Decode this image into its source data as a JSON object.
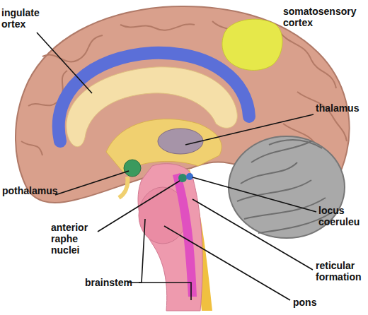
{
  "diagram": {
    "labels": [
      "ingulate ortex",
      "somatosensory cortex",
      "thalamus",
      "pothalamus",
      "anterior raphe nuclei",
      "brainstem",
      "locus coeruleu",
      "reticular formation",
      "pons"
    ]
  }
}
